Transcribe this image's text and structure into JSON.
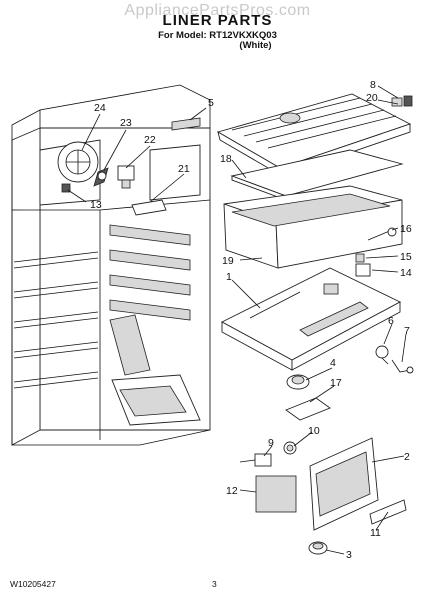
{
  "watermark": "AppliancePartsPros.com",
  "title": "LINER PARTS",
  "model_line": "For Model: RT12VKXKQ03",
  "color_line": "(White)",
  "footer_code": "W10205427",
  "page_number": "3",
  "callouts": {
    "c24": "24",
    "c23": "23",
    "c22": "22",
    "c21": "21",
    "c13": "13",
    "c5": "5",
    "c8": "8",
    "c20": "20",
    "c18": "18",
    "c16": "16",
    "c19": "19",
    "c15": "15",
    "c14": "14",
    "c1": "1",
    "c6": "6",
    "c7": "7",
    "c4": "4",
    "c17": "17",
    "c9": "9",
    "c10": "10",
    "c2": "2",
    "c12": "12",
    "c11": "11",
    "c3": "3"
  }
}
